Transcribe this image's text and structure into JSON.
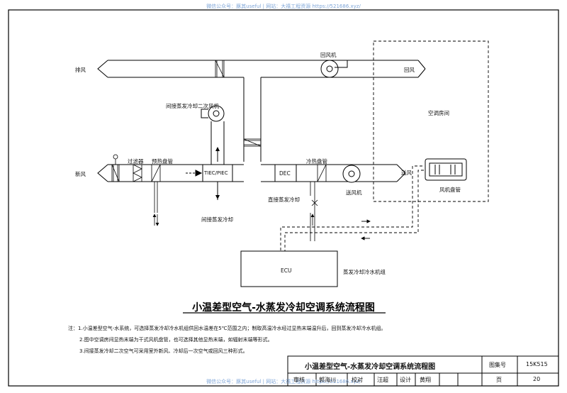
{
  "watermark_top": "微信公众号：豚其useful | 网站：大禧工程资源 https://521686.xyz/",
  "watermark_bottom": "微信公众号：豚其useful | 网站：大禧工程资源 https://521686.xyz/",
  "labels": {
    "exhaust_air": "排风",
    "return_fan": "回风机",
    "return_air": "回风",
    "secondary_fan": "间接蒸发冷却二次风机",
    "ac_room": "空调房间",
    "filter": "过滤器",
    "preheat_coil": "预热盘管",
    "cooling_coil": "冷热盘管",
    "fresh_air": "新风",
    "tiec_piec": "TIEC/PIEC",
    "dec": "DEC",
    "supply_air": "送风",
    "fan_coil": "风机盘管",
    "supply_fan": "送风机",
    "direct_evap": "直接蒸发冷却",
    "indirect_evap": "间接蒸发冷却",
    "ecu": "ECU",
    "chiller_unit": "蒸发冷却冷水机组"
  },
  "title": "小温差型空气-水蒸发冷却空调系统流程图",
  "notes": {
    "n1": "注：1.小温差型空气-水系统，可选择蒸发冷却冷水机组供回水温差在5℃范围之内；制取高温冷水经过显热末端温升后，回到蒸发冷却冷水机组。",
    "n2": "2.图中空调房间显热末端为干式风机盘管，也可选择其他显热末端，如辐射末端等形式。",
    "n3": "3.间接蒸发冷却二次空气可采用室外新风、冷却后一次空气或回风三种形式。"
  },
  "title_block": {
    "drawing_title": "小温差型空气-水蒸发冷却空调系统流程图",
    "atlas_label": "图集号",
    "atlas_number": "15K515",
    "review": "审核",
    "reviewer": "郭海川",
    "check": "校对",
    "checker": "汪超",
    "design": "设计",
    "designer": "黄翔",
    "page_label": "页",
    "page_number": "20"
  },
  "colors": {
    "line": "#000000",
    "watermark": "#7fa6d8"
  }
}
